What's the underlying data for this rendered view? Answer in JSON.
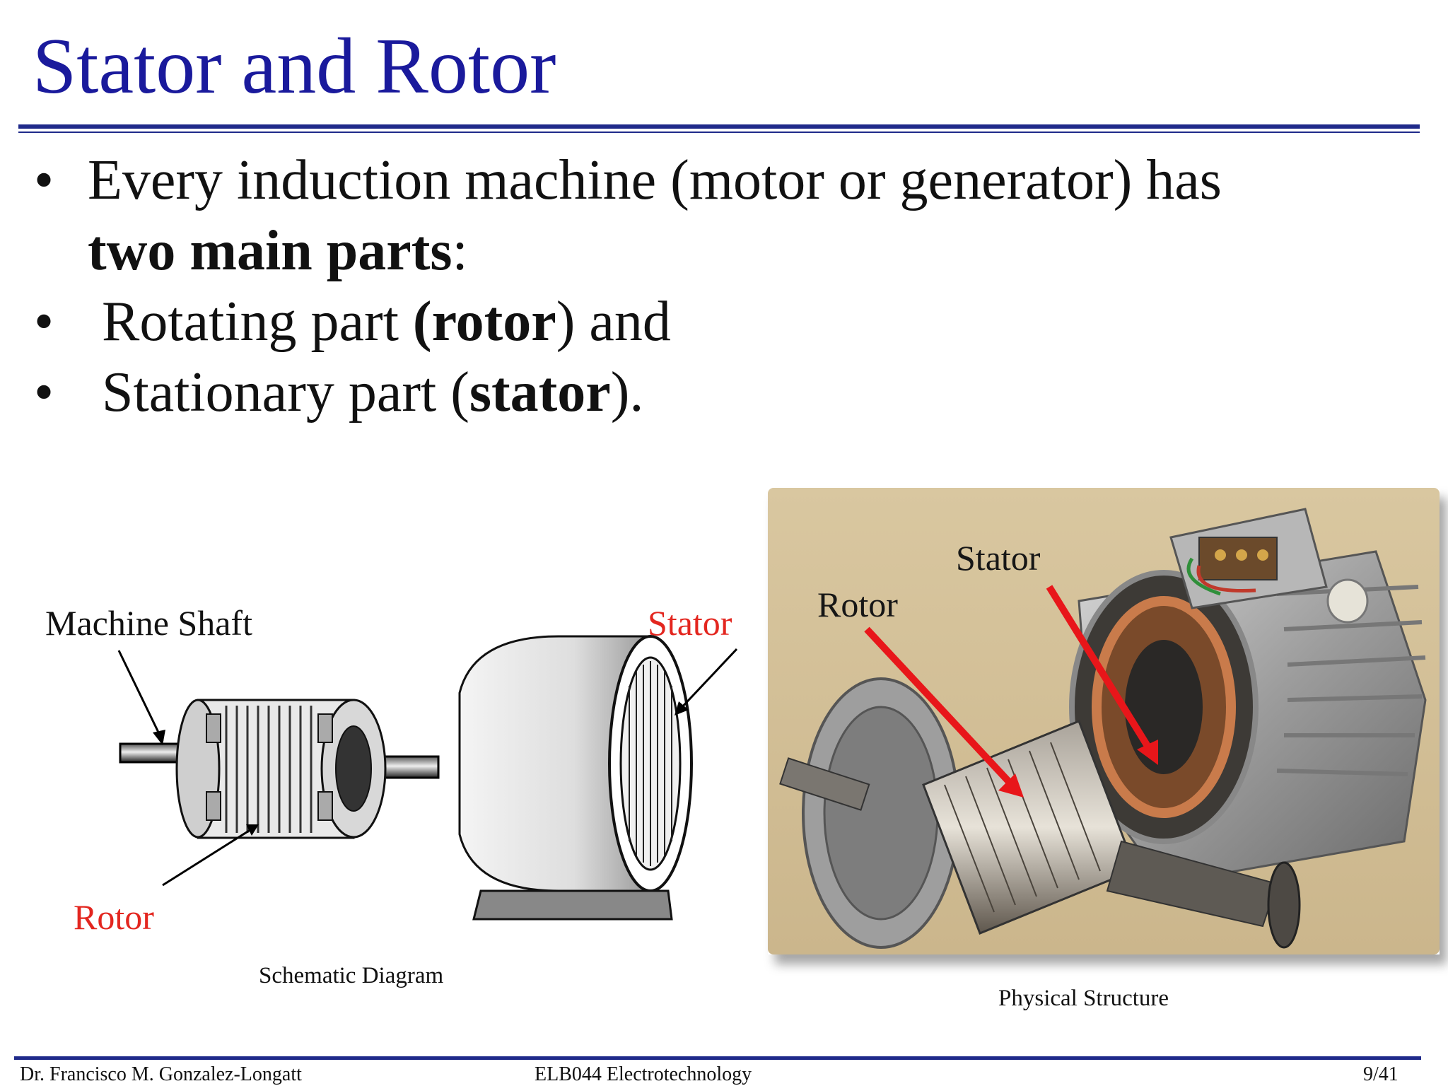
{
  "slide": {
    "title": "Stator and Rotor",
    "bullets": {
      "b1_text": "Every induction machine (motor or generator) has",
      "b1_bold": "two main parts",
      "b1_tail": ":",
      "b2_pre": "Rotating part ",
      "b2_bold": "(rotor",
      "b2_post": ") and",
      "b3_pre": "Stationary part (",
      "b3_bold": "stator",
      "b3_post": ").",
      "bullet_symbol": "•"
    }
  },
  "schematic": {
    "shaft_label": "Machine Shaft",
    "stator_label": "Stator",
    "rotor_label": "Rotor",
    "caption": "Schematic Diagram"
  },
  "photo": {
    "stator_label": "Stator",
    "rotor_label": "Rotor",
    "caption": "Physical Structure"
  },
  "footer": {
    "author": "Dr. Francisco M. Gonzalez-Longatt",
    "course": "ELB044 Electrotechnology",
    "page": "9/41"
  },
  "colors": {
    "title_blue": "#1a1a9c",
    "rule_blue": "#1f2a8a",
    "label_red": "#e3261f",
    "arrow_red": "#e8161a"
  }
}
